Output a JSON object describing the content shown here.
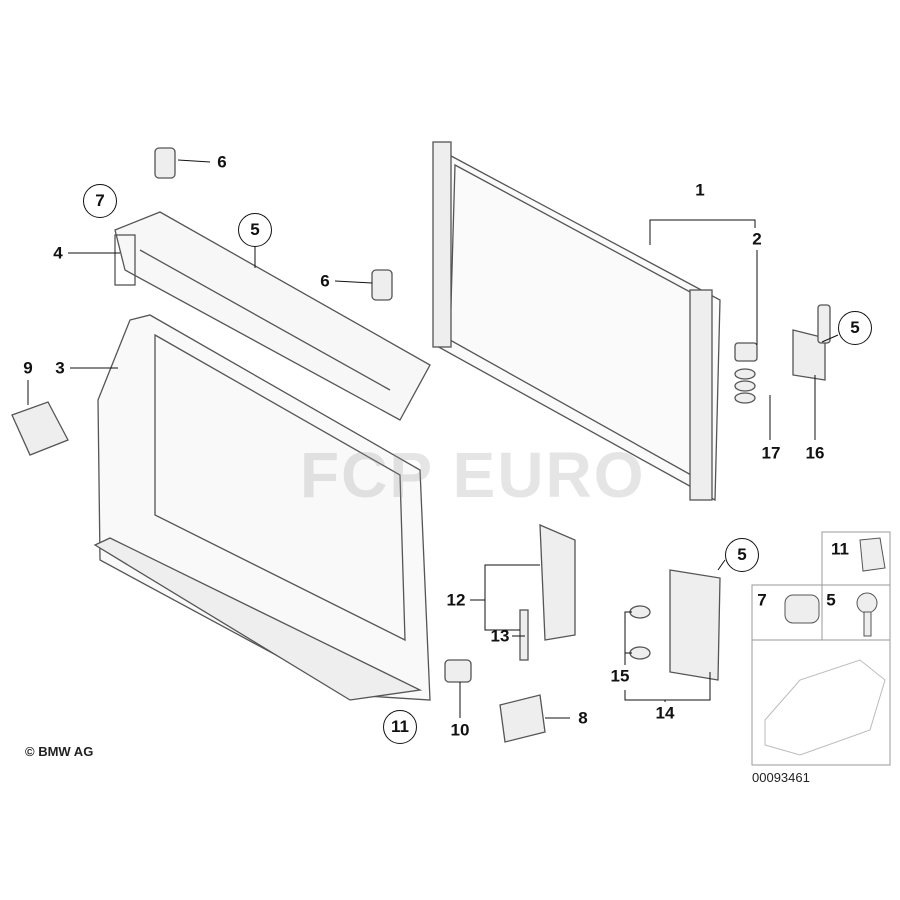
{
  "diagram": {
    "callouts": [
      {
        "id": "c1",
        "text": "1",
        "circled": false
      },
      {
        "id": "c2",
        "text": "2",
        "circled": false
      },
      {
        "id": "c3",
        "text": "3",
        "circled": false
      },
      {
        "id": "c4",
        "text": "4",
        "circled": false
      },
      {
        "id": "c5a",
        "text": "5",
        "circled": true
      },
      {
        "id": "c6a",
        "text": "6",
        "circled": false
      },
      {
        "id": "c6b",
        "text": "6",
        "circled": false
      },
      {
        "id": "c7",
        "text": "7",
        "circled": true
      },
      {
        "id": "c9",
        "text": "9",
        "circled": false
      },
      {
        "id": "c5b",
        "text": "5",
        "circled": true
      },
      {
        "id": "c17",
        "text": "17",
        "circled": false
      },
      {
        "id": "c16",
        "text": "16",
        "circled": false
      },
      {
        "id": "c12",
        "text": "12",
        "circled": false
      },
      {
        "id": "c13",
        "text": "13",
        "circled": false
      },
      {
        "id": "c10",
        "text": "10",
        "circled": false
      },
      {
        "id": "c11",
        "text": "11",
        "circled": true
      },
      {
        "id": "c8",
        "text": "8",
        "circled": false
      },
      {
        "id": "c5c",
        "text": "5",
        "circled": true
      },
      {
        "id": "c15",
        "text": "15",
        "circled": false
      },
      {
        "id": "c14",
        "text": "14",
        "circled": false
      }
    ],
    "legend": {
      "items": [
        {
          "text": "11"
        },
        {
          "text": "7"
        },
        {
          "text": "5"
        }
      ]
    },
    "copyright": "© BMW AG",
    "diagram_number": "00093461",
    "watermark": "FCP EURO"
  }
}
